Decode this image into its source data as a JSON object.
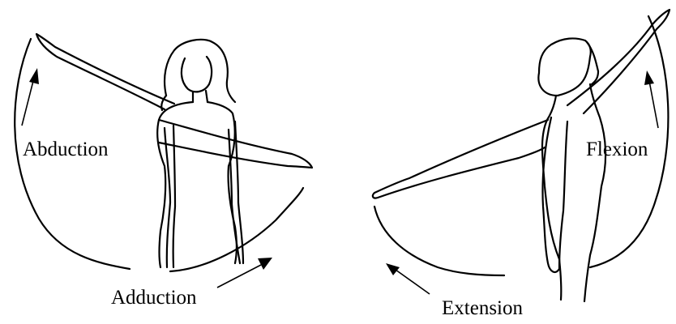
{
  "labels": {
    "abduction": "Abduction",
    "adduction": "Adduction",
    "flexion": "Flexion",
    "extension": "Extension"
  },
  "colors": {
    "line": "#000000",
    "background": "#ffffff"
  }
}
